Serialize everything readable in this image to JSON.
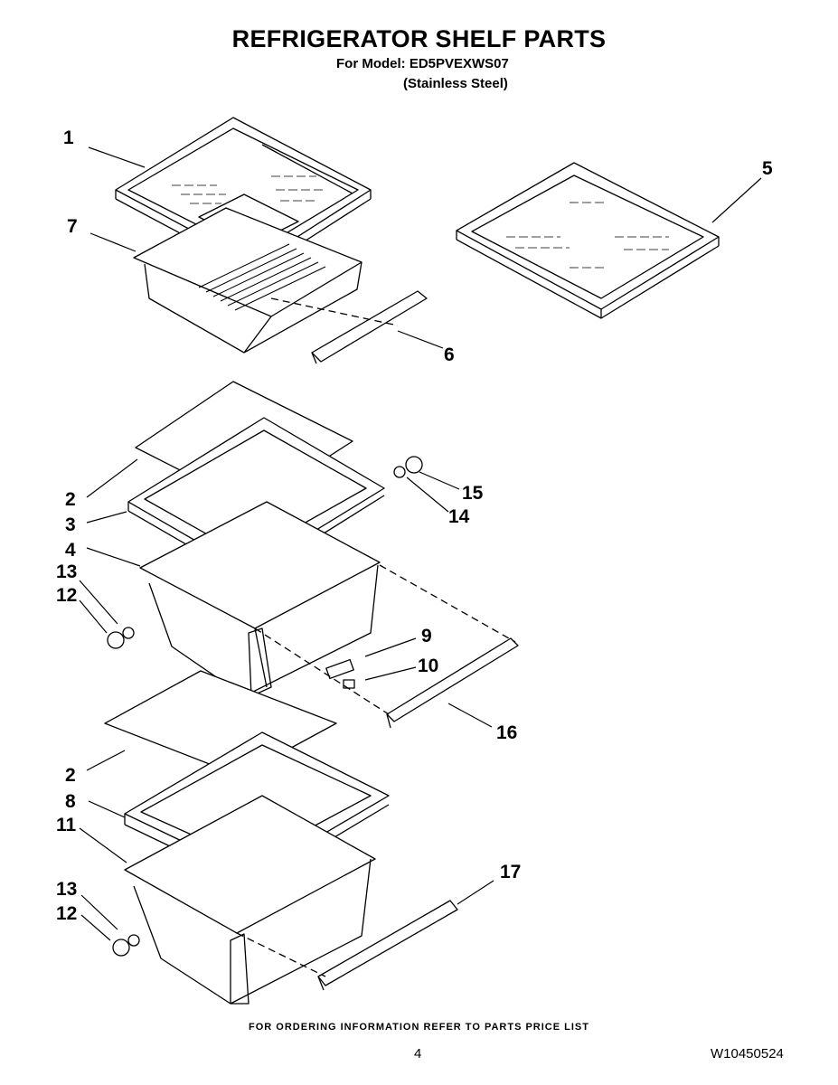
{
  "header": {
    "title": "REFRIGERATOR SHELF PARTS",
    "model_line": "For Model: ED5PVEXWS07",
    "finish": "(Stainless Steel)"
  },
  "callouts": {
    "c1": "1",
    "c2a": "2",
    "c2b": "2",
    "c3": "3",
    "c4": "4",
    "c5": "5",
    "c6": "6",
    "c7": "7",
    "c8": "8",
    "c9": "9",
    "c10": "10",
    "c11": "11",
    "c12a": "12",
    "c12b": "12",
    "c13a": "13",
    "c13b": "13",
    "c14": "14",
    "c15": "15",
    "c16": "16",
    "c17": "17"
  },
  "footer": {
    "ordering_note": "FOR ORDERING INFORMATION REFER TO PARTS PRICE LIST",
    "page_number": "4",
    "document_number": "W10450524"
  }
}
